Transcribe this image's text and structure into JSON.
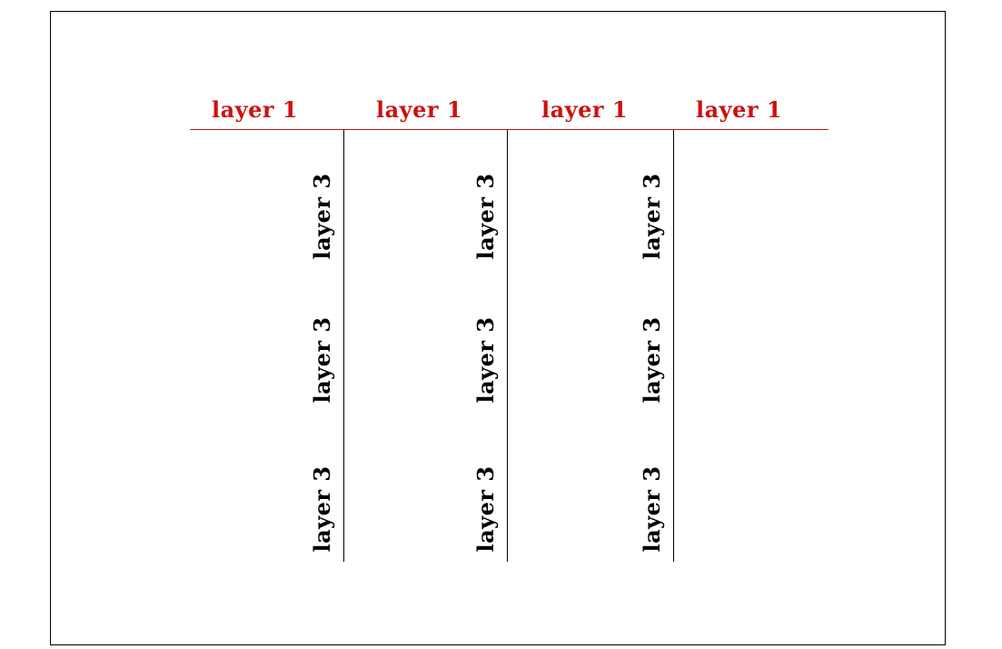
{
  "colors": {
    "header": "#cc1111",
    "body": "#000000",
    "frame": "#000000"
  },
  "headers": [
    "layer 1",
    "layer 1",
    "layer 1",
    "layer 1"
  ],
  "columns": [
    {
      "labels": [
        "layer 3",
        "layer 3",
        "layer 3"
      ]
    },
    {
      "labels": [
        "layer 3",
        "layer 3",
        "layer 3"
      ]
    },
    {
      "labels": [
        "layer 3",
        "layer 3",
        "layer 3"
      ]
    }
  ]
}
